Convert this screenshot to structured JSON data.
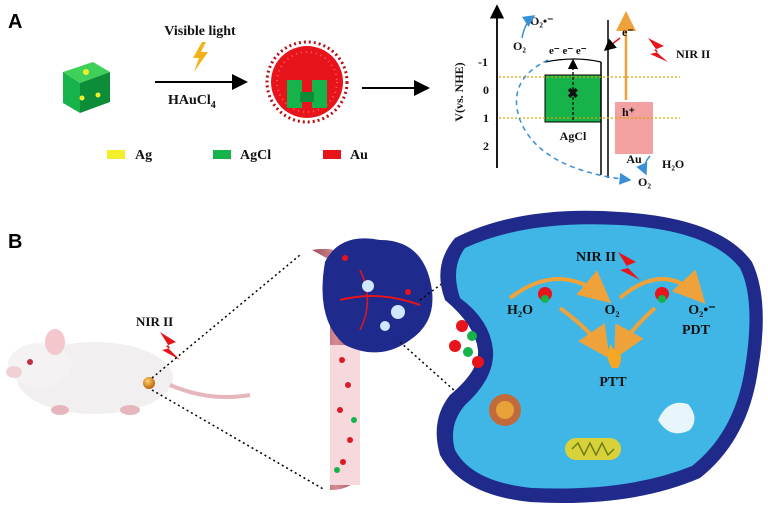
{
  "panel_a": {
    "label": "A",
    "arrow_top": "Visible light",
    "arrow_bottom": "HAuCl",
    "arrow_bottom_sub": "4",
    "legend": [
      {
        "name": "Ag",
        "color": "#f2ef2b"
      },
      {
        "name": "AgCl",
        "color": "#16b24a"
      },
      {
        "name": "Au",
        "color": "#e8141b"
      }
    ],
    "band": {
      "y_axis_label": "V(vs. NHE)",
      "ticks": [
        "-1",
        "0",
        "1",
        "2"
      ],
      "agcl_label": "AgCl",
      "au_label": "Au",
      "electrons": "e⁻ e⁻ e⁻",
      "electron_single": "e⁻",
      "hole": "h⁺",
      "o2_left": "O₂",
      "superoxide": "O₂•⁻",
      "nir_label": "NIR II",
      "o2_bottom": "O₂",
      "h2o_bottom": "H₂O"
    }
  },
  "panel_b": {
    "label": "B",
    "nir_mouse": "NIR II",
    "cell": {
      "nir_label": "NIR II",
      "h2o": "H₂O",
      "o2": "O₂",
      "superoxide": "O₂•⁻",
      "pdt": "PDT",
      "ptt": "PTT"
    }
  },
  "colors": {
    "agcl_green": "#16b24a",
    "au_red": "#e8141b",
    "cell_blue": "#3fb6e6",
    "membrane_navy": "#1f2a8a",
    "arrow_orange": "#f0a23a",
    "dashed_blue": "#3b8fd6"
  }
}
